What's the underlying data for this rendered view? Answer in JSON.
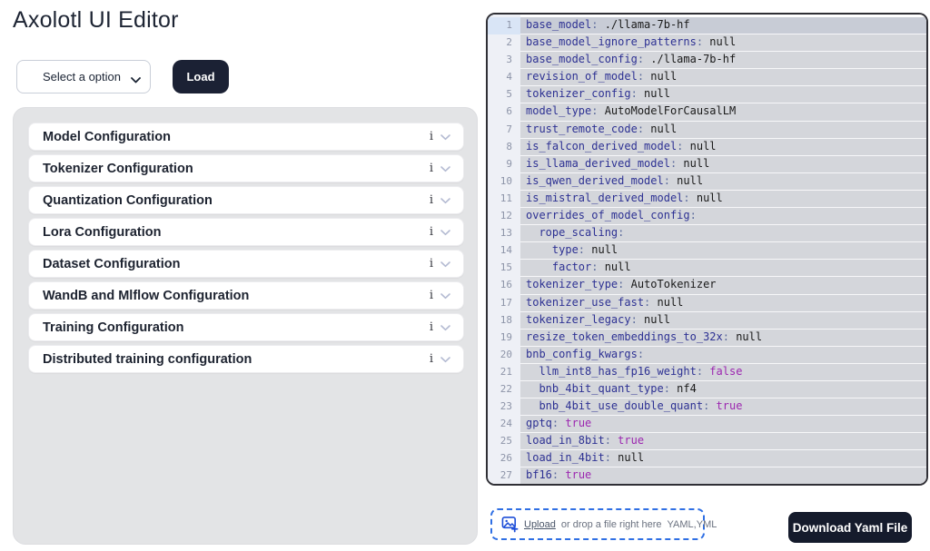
{
  "header": {
    "title": "Axolotl UI Editor"
  },
  "toolbar": {
    "select_placeholder": "Select a option",
    "load_label": "Load"
  },
  "accordion": {
    "info_icon": "i",
    "items": [
      {
        "label": "Model Configuration"
      },
      {
        "label": "Tokenizer Configuration"
      },
      {
        "label": "Quantization Configuration"
      },
      {
        "label": "Lora Configuration"
      },
      {
        "label": "Dataset Configuration"
      },
      {
        "label": "WandB and Mlflow Configuration"
      },
      {
        "label": "Training Configuration"
      },
      {
        "label": "Distributed training configuration"
      }
    ]
  },
  "editor": {
    "lines": [
      {
        "num": 1,
        "indent": 0,
        "key": "base_model",
        "value": "./llama-7b-hf",
        "type": "str",
        "selected": true
      },
      {
        "num": 2,
        "indent": 0,
        "key": "base_model_ignore_patterns",
        "value": "null",
        "type": "null"
      },
      {
        "num": 3,
        "indent": 0,
        "key": "base_model_config",
        "value": "./llama-7b-hf",
        "type": "str"
      },
      {
        "num": 4,
        "indent": 0,
        "key": "revision_of_model",
        "value": "null",
        "type": "null"
      },
      {
        "num": 5,
        "indent": 0,
        "key": "tokenizer_config",
        "value": "null",
        "type": "null"
      },
      {
        "num": 6,
        "indent": 0,
        "key": "model_type",
        "value": "AutoModelForCausalLM",
        "type": "str"
      },
      {
        "num": 7,
        "indent": 0,
        "key": "trust_remote_code",
        "value": "null",
        "type": "null"
      },
      {
        "num": 8,
        "indent": 0,
        "key": "is_falcon_derived_model",
        "value": "null",
        "type": "null"
      },
      {
        "num": 9,
        "indent": 0,
        "key": "is_llama_derived_model",
        "value": "null",
        "type": "null"
      },
      {
        "num": 10,
        "indent": 0,
        "key": "is_qwen_derived_model",
        "value": "null",
        "type": "null"
      },
      {
        "num": 11,
        "indent": 0,
        "key": "is_mistral_derived_model",
        "value": "null",
        "type": "null"
      },
      {
        "num": 12,
        "indent": 0,
        "key": "overrides_of_model_config",
        "value": "",
        "type": "none"
      },
      {
        "num": 13,
        "indent": 2,
        "key": "rope_scaling",
        "value": "",
        "type": "none"
      },
      {
        "num": 14,
        "indent": 4,
        "key": "type",
        "value": "null",
        "type": "null"
      },
      {
        "num": 15,
        "indent": 4,
        "key": "factor",
        "value": "null",
        "type": "null"
      },
      {
        "num": 16,
        "indent": 0,
        "key": "tokenizer_type",
        "value": "AutoTokenizer",
        "type": "str"
      },
      {
        "num": 17,
        "indent": 0,
        "key": "tokenizer_use_fast",
        "value": "null",
        "type": "null"
      },
      {
        "num": 18,
        "indent": 0,
        "key": "tokenizer_legacy",
        "value": "null",
        "type": "null"
      },
      {
        "num": 19,
        "indent": 0,
        "key": "resize_token_embeddings_to_32x",
        "value": "null",
        "type": "null"
      },
      {
        "num": 20,
        "indent": 0,
        "key": "bnb_config_kwargs",
        "value": "",
        "type": "none"
      },
      {
        "num": 21,
        "indent": 2,
        "key": "llm_int8_has_fp16_weight",
        "value": "false",
        "type": "bool"
      },
      {
        "num": 22,
        "indent": 2,
        "key": "bnb_4bit_quant_type",
        "value": "nf4",
        "type": "str"
      },
      {
        "num": 23,
        "indent": 2,
        "key": "bnb_4bit_use_double_quant",
        "value": "true",
        "type": "bool"
      },
      {
        "num": 24,
        "indent": 0,
        "key": "gptq",
        "value": "true",
        "type": "bool"
      },
      {
        "num": 25,
        "indent": 0,
        "key": "load_in_8bit",
        "value": "true",
        "type": "bool"
      },
      {
        "num": 26,
        "indent": 0,
        "key": "load_in_4bit",
        "value": "null",
        "type": "null"
      },
      {
        "num": 27,
        "indent": 0,
        "key": "bf16",
        "value": "true",
        "type": "bool"
      }
    ]
  },
  "upload": {
    "upload_label": "Upload",
    "drop_text": "or drop a file right here",
    "formats": "YAML,YML"
  },
  "download": {
    "label": "Download Yaml File"
  },
  "colors": {
    "accent_dark": "#1b2134",
    "upload_blue": "#2f6fe4",
    "yaml_key": "#2d3193",
    "yaml_bool": "#9c27b0",
    "line_strip": "#d4d6db",
    "line_selected": "#c8ccd6"
  }
}
